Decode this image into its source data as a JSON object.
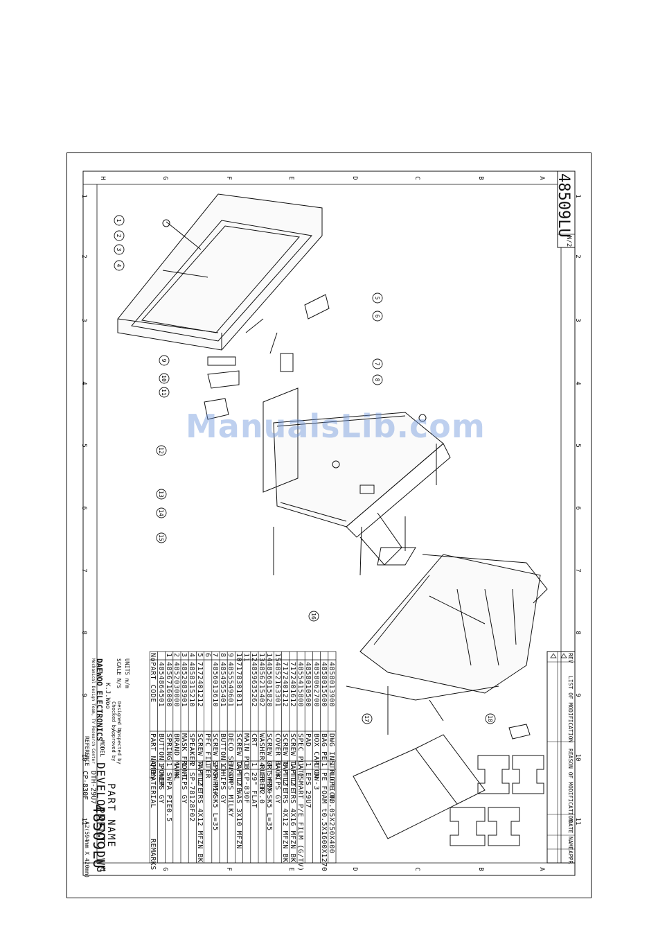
{
  "drawing_number": "48509LU",
  "sheet_code": "N/2",
  "grid": {
    "rows": [
      "A",
      "B",
      "C",
      "D",
      "E",
      "F",
      "G",
      "H"
    ],
    "cols": [
      "1",
      "2",
      "3",
      "4",
      "5",
      "6",
      "7",
      "8",
      "9",
      "10",
      "11"
    ]
  },
  "revision_block": {
    "headers": [
      "REV",
      "LIST OF MODIFICATION",
      "REASON OF MODIFICATION",
      "DATE",
      "NAME",
      "APPR"
    ]
  },
  "bom_headers": {
    "no": "No",
    "part_code": "PART CODE",
    "part_name": "PART NAME",
    "qty": "Q'ty",
    "material": "MATERIAL",
    "remarks": "REMARKS"
  },
  "bom": [
    {
      "no": "",
      "code": "4858013900",
      "name": "DWG INSTRUCTION",
      "qty": "1",
      "material": "LDPE T0.05X250X400"
    },
    {
      "no": "",
      "code": "4858015600",
      "name": "BAG PE",
      "qty": "1",
      "material": "PE FOAM t0.5X1600X1270"
    },
    {
      "no": "",
      "code": "4858062700",
      "name": "BOX CARTON",
      "qty": "1",
      "material": "DW-3"
    },
    {
      "no": "",
      "code": "4858010500",
      "name": "PAD",
      "qty": "1",
      "material": "EPS 29U7"
    },
    {
      "no": "",
      "code": "4855415800",
      "name": "SPEC PLATE",
      "qty": "1",
      "material": "(SMART P/E FILM (G/TV)"
    },
    {
      "no": "",
      "code": "7172401612",
      "name": "SCREW TAPTITE",
      "qty": "1",
      "material": "TT2 TRS 4X16 MFZN BK"
    },
    {
      "no": "",
      "code": "7172401212",
      "name": "SCREW TAPTITE",
      "qty": "8",
      "material": "TT2 TRS 4X12 MFZN BK"
    },
    {
      "no": "15",
      "code": "4852163301",
      "name": "COVER BACK",
      "qty": "1",
      "material": "HIPS GY"
    },
    {
      "no": "14",
      "code": "4856015820",
      "name": "SCREW CRT FIX",
      "qty": "4",
      "material": "SWRM+SK5 L=35"
    },
    {
      "no": "13",
      "code": "4856215402",
      "name": "WASHER RUBBER",
      "qty": "4",
      "material": "CR T2.0"
    },
    {
      "no": "12",
      "code": "4859635262",
      "name": "CRT",
      "qty": "1",
      "material": "29\" FLAT"
    },
    {
      "no": "11",
      "code": "",
      "name": "MAIN PCB",
      "qty": "1",
      "material": "CP-830F"
    },
    {
      "no": "10",
      "code": "7178301011",
      "name": "SCREW TAPTITE",
      "qty": "2",
      "material": "TT2 WAS 3X10 MFZN"
    },
    {
      "no": "9",
      "code": "4855549601",
      "name": "DECO SENSOR",
      "qty": "1",
      "material": "GPPS MILKY"
    },
    {
      "no": "8",
      "code": "4854955401",
      "name": "BUTTON CH",
      "qty": "1",
      "material": "HIPS GY"
    },
    {
      "no": "7",
      "code": "4856013610",
      "name": "SCREW SPKR FIX",
      "qty": "2",
      "material": "SWRM+SK5 L=35"
    },
    {
      "no": "6",
      "code": "",
      "name": "PFC FILTER",
      "qty": "1",
      "material": ""
    },
    {
      "no": "5",
      "code": "7172401212",
      "name": "SCREW TAPTITE",
      "qty": "4",
      "material": "TT2 TRS 4X12 MFZN BK"
    },
    {
      "no": "4",
      "code": "4858315210",
      "name": "SPEAKER",
      "qty": "2",
      "material": "SP-78128F02"
    },
    {
      "no": "3",
      "code": "4852083901",
      "name": "MASK FRONT",
      "qty": "1",
      "material": "HIPS GY"
    },
    {
      "no": "2",
      "code": "4852030000",
      "name": "BRAND MARK",
      "qty": "1",
      "material": "AL"
    },
    {
      "no": "1",
      "code": "4856716000",
      "name": "SPRING",
      "qty": "1",
      "material": "SWPA PIE0.5"
    },
    {
      "no": "",
      "code": "4854864501",
      "name": "BUTTON POWER",
      "qty": "1",
      "material": "HIPS GY"
    }
  ],
  "title_block": {
    "title_label": "PART NAME",
    "title": "DEVELOPMENT DWG",
    "model_label": "MODEL",
    "model": "DTH-29U7",
    "reference_label": "REFERENCE",
    "reference": "CP-830F",
    "scale": "SCALE N/S",
    "units": "UNITS m/m",
    "drawn": "Designed by",
    "checked": "Checked by",
    "inspected": "Inspected by",
    "approved": "Approved by",
    "drafter": "K.J.Woo",
    "company": "DAEWOO ELECTRONICS",
    "dept": "Mechanical Design Team, TV Research Center",
    "sheet_size": "A2(594mm X 420mm)"
  },
  "callouts": [
    "1",
    "2",
    "3",
    "4",
    "5",
    "6",
    "7",
    "8",
    "9",
    "10",
    "11",
    "12",
    "13",
    "14",
    "15",
    "16",
    "17",
    "18"
  ],
  "watermark": "ManualsLib.com"
}
